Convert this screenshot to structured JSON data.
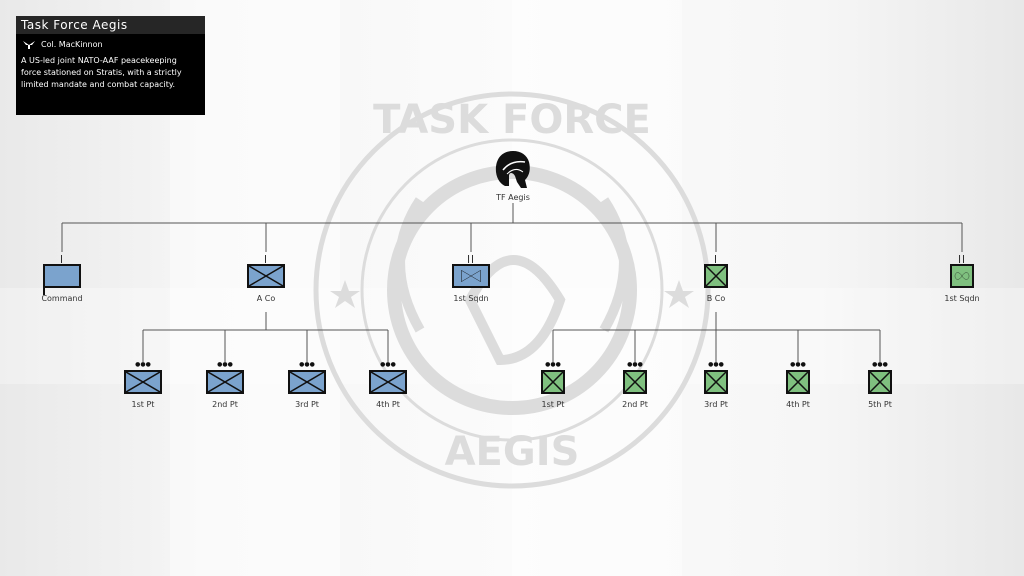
{
  "info_panel": {
    "title": "Task Force Aegis",
    "commander": "Col. MacKinnon",
    "commander_icon": "colonel-eagle-icon",
    "description": "A US-led joint NATO-AAF peacekeeping force stationed on Stratis, with a strictly limited mandate and combat capacity."
  },
  "watermark": {
    "top_text": "TASK FORCE",
    "bottom_text": "AEGIS"
  },
  "root": {
    "label": "TF Aegis",
    "icon": "spartan-helmet-icon"
  },
  "colors": {
    "blufor": "#7ba3cd",
    "independent": "#7fc07f",
    "line": "#444444"
  },
  "units": [
    {
      "label": "Command",
      "type": "hq-flag",
      "side": "blufor",
      "echelon": "|"
    },
    {
      "label": "A Co",
      "type": "infantry",
      "side": "blufor",
      "echelon": "|"
    },
    {
      "label": "1st Sqdn",
      "type": "recon",
      "side": "blufor",
      "echelon": "||"
    },
    {
      "label": "B Co",
      "type": "infantry",
      "side": "independent",
      "echelon": "|"
    },
    {
      "label": "1st Sqdn",
      "type": "rotary-wing",
      "side": "independent",
      "echelon": "||"
    }
  ],
  "a_co_platoons": [
    {
      "label": "1st Pt",
      "echelon": "●●●"
    },
    {
      "label": "2nd Pt",
      "echelon": "●●●"
    },
    {
      "label": "3rd Pt",
      "echelon": "●●●"
    },
    {
      "label": "4th Pt",
      "echelon": "●●●"
    }
  ],
  "b_co_platoons": [
    {
      "label": "1st Pt",
      "echelon": "●●●"
    },
    {
      "label": "2nd Pt",
      "echelon": "●●●"
    },
    {
      "label": "3rd Pt",
      "echelon": "●●●"
    },
    {
      "label": "4th Pt",
      "echelon": "●●●"
    },
    {
      "label": "5th Pt",
      "echelon": "●●●"
    }
  ]
}
